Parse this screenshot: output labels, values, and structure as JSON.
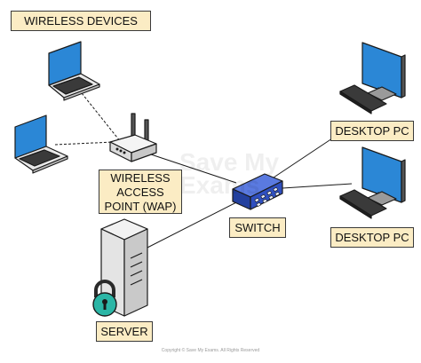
{
  "labels": {
    "wireless_devices": "WIRELESS DEVICES",
    "wap": [
      "WIRELESS",
      "ACCESS",
      "POINT (WAP)"
    ],
    "switch": "SWITCH",
    "server": "SERVER",
    "desktop_pc_1": "DESKTOP PC",
    "desktop_pc_2": "DESKTOP PC"
  },
  "watermark": [
    "Save My",
    "Exams"
  ],
  "copyright": "Copyright © Save My Exams. All Rights Reserved",
  "connections": [
    {
      "from": "laptop-1",
      "to": "wap",
      "type": "wireless"
    },
    {
      "from": "laptop-2",
      "to": "wap",
      "type": "wireless"
    },
    {
      "from": "wap",
      "to": "switch",
      "type": "wired"
    },
    {
      "from": "switch",
      "to": "desktop-pc-1",
      "type": "wired"
    },
    {
      "from": "switch",
      "to": "desktop-pc-2",
      "type": "wired"
    },
    {
      "from": "switch",
      "to": "server",
      "type": "wired"
    }
  ],
  "colors": {
    "label_fill": "#fbecc4",
    "screen_blue": "#2b87d6",
    "switch_blue": "#2f4fbf",
    "padlock_teal": "#2bb6a6",
    "outline": "#1a1a1a"
  },
  "icons": [
    "laptop-icon",
    "router-icon",
    "switch-icon",
    "desktop-pc-icon",
    "server-icon",
    "padlock-icon"
  ]
}
